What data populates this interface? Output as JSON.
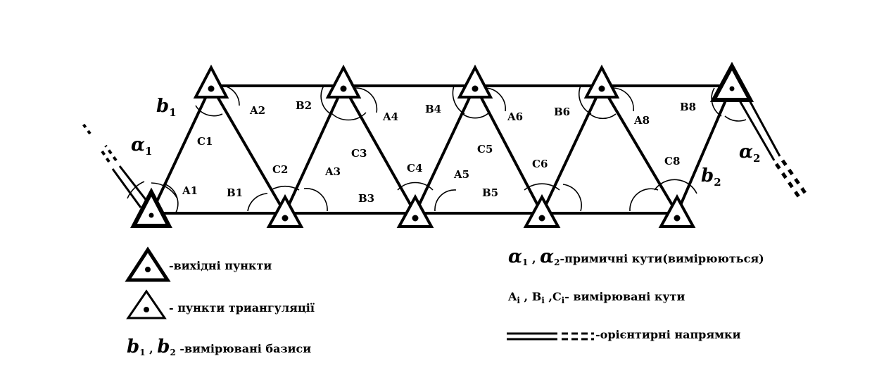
{
  "diagram": {
    "angle_labels": [
      "A1",
      "A2",
      "A3",
      "A4",
      "A5",
      "A6",
      "A8",
      "B1",
      "B2",
      "B3",
      "B4",
      "B5",
      "B6",
      "B8",
      "C1",
      "C2",
      "C3",
      "C4",
      "C5",
      "C6",
      "C8"
    ],
    "junction_angles": {
      "alpha1": "α",
      "alpha1_sub": "1",
      "alpha2": "α",
      "alpha2_sub": "2"
    },
    "bases": {
      "b1": "b",
      "b1_sub": "1",
      "b2": "b",
      "b2_sub": "2"
    }
  },
  "legend": {
    "initial_points": "-вихідні пункти",
    "triangulation_points": "- пункти триангуляції",
    "bases_sym1": "b",
    "bases_sub1": "1",
    "bases_sep": " , ",
    "bases_sym2": "b",
    "bases_sub2": "2",
    "bases_text": " -вимірювані базиси",
    "junction_sym1": "α",
    "junction_sub1": "1",
    "junction_sep": " , ",
    "junction_sym2": "α",
    "junction_sub2": "2",
    "junction_text": "-примичні кути(вимірюються)",
    "angles_A": "A",
    "angles_B": "B",
    "angles_C": "C",
    "angles_sub": "i",
    "angles_text": "- вимірювані кути",
    "orientation_text": "-орієнтирні напрямки"
  }
}
